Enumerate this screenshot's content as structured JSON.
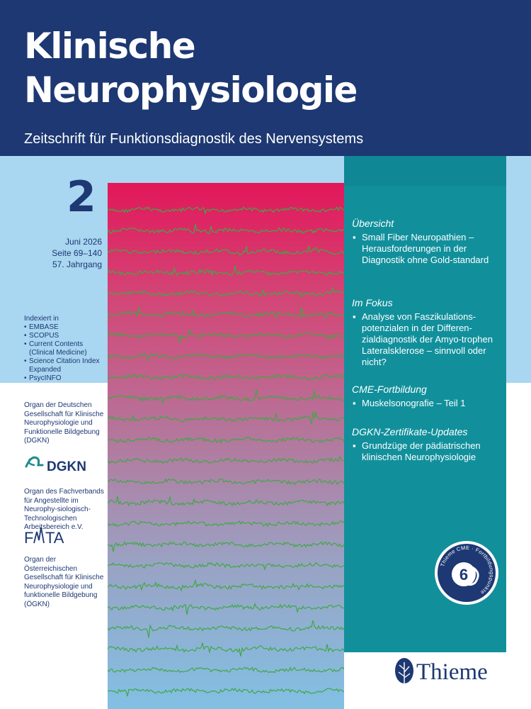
{
  "journal": {
    "title_line1": "Klinische",
    "title_line2": "Neurophysiologie",
    "subtitle": "Zeitschrift für Funktionsdiagnostik des Nervensystems"
  },
  "issue": {
    "number": "2",
    "date": "Juni 2026",
    "pages": "Seite 69–140",
    "volume": "57. Jahrgang"
  },
  "indexing": {
    "heading": "Indexiert in",
    "items": [
      "EMBASE",
      "SCOPUS",
      "Current Contents (Clinical Medicine)",
      "Science Citation Index Expanded",
      "PsycINFO"
    ]
  },
  "organizations": [
    {
      "text": "Organ der Deutschen Gesellschaft für Klinische Neurophysiologie und Funktionelle Bildgebung (DGKN)",
      "logo": "DGKN"
    },
    {
      "text": "Organ des Fachverbands für Angestellte im Neurophy-siologisch-Technologischen Arbeitsbereich e.V.",
      "logo_left": "F",
      "logo_right": "TA"
    },
    {
      "text": "Organ der Österreichischen Gesellschaft für Klinische Neurophysiologie und funktionelle Bildgebung (ÖGKN)"
    }
  ],
  "sections": [
    {
      "heading": "Übersicht",
      "items": [
        "Small Fiber Neuropathien – Herausforderungen in der Diagnostik ohne Gold-standard"
      ]
    },
    {
      "heading": "Im Fokus",
      "items": [
        "Analyse von Faszikulations-potenzialen in der Differen-zialdiagnostik der Amyo-trophen Lateralsklerose – sinnvoll oder nicht?"
      ]
    },
    {
      "heading": "CME-Fortbildung",
      "items": [
        "Muskelsonografie – Teil 1"
      ]
    },
    {
      "heading": "DGKN-Zertifikate-Updates",
      "items": [
        "Grundzüge der pädiatrischen klinischen Neurophysiologie"
      ]
    }
  ],
  "cme_badge": {
    "points": "6",
    "ring_text": "Thieme CME · Fortbildungspunkte"
  },
  "publisher": {
    "name": "Thieme"
  },
  "colors": {
    "navy": "#1d3872",
    "teal": "#11909c",
    "light_blue": "#a9d6f0",
    "trace": "#3fa845"
  },
  "icons": [
    "dgkn-logo-icon",
    "fta-logo-icon",
    "cme-badge-icon",
    "thieme-tree-icon"
  ]
}
